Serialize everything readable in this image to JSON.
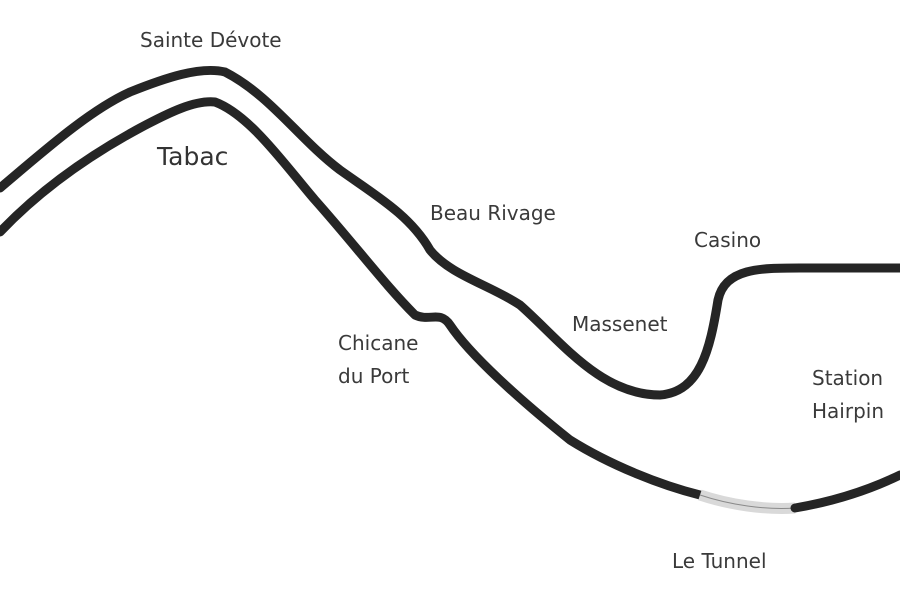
{
  "colors": {
    "track": "#252525",
    "tunnel": "#d9d9d9",
    "label": "#3a3a3a"
  },
  "corners": {
    "sainte_devote": "Sainte Dévote",
    "tabac": "Tabac",
    "beau_rivage": "Beau Rivage",
    "casino": "Casino",
    "massenet": "Massenet",
    "chicane": "Chicane\ndu Port",
    "station": "Station\nHairpin",
    "tunnel": "Le Tunnel"
  }
}
